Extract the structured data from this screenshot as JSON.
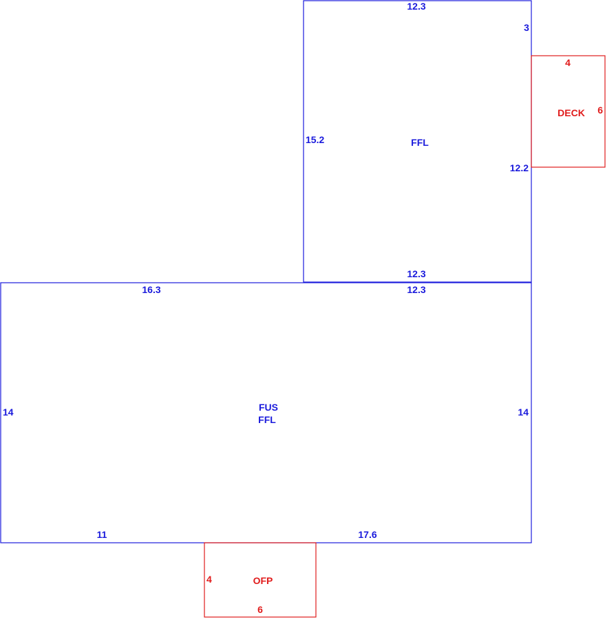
{
  "colors": {
    "living_area": "#1a1adc",
    "exterior_feature": "#e01b1b"
  },
  "upper_room": {
    "name": "FFL",
    "top": "12.3",
    "top_right": "3",
    "left": "15.2",
    "right": "12.2",
    "bottom": "12.3"
  },
  "main_area": {
    "name_line1": "FUS",
    "name_line2": "FFL",
    "top_left": "16.3",
    "top_right": "12.3",
    "left": "14",
    "right": "14",
    "bottom_left": "11",
    "bottom_right": "17.6"
  },
  "deck": {
    "name": "DECK",
    "top": "4",
    "right": "6"
  },
  "ofp": {
    "name": "OFP",
    "left": "4",
    "bottom": "6"
  }
}
